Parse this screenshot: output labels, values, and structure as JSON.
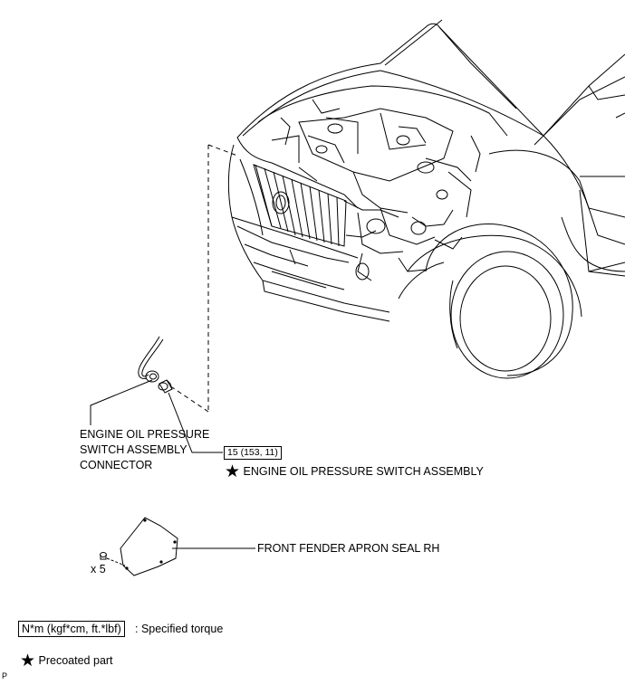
{
  "callouts": {
    "connector": {
      "lines": [
        "ENGINE OIL PRESSURE",
        "SWITCH ASSEMBLY",
        "CONNECTOR"
      ]
    },
    "switch": {
      "torque": "15 (153, 11)",
      "label": "ENGINE OIL PRESSURE SWITCH ASSEMBLY",
      "precoat_symbol": "★"
    },
    "apron_seal": {
      "label": "FRONT FENDER APRON SEAL RH",
      "fastener_count": "x 5"
    }
  },
  "legend": {
    "torque_unit": "N*m (kgf*cm, ft.*lbf)",
    "torque_desc": ": Specified torque",
    "precoat_symbol": "★",
    "precoat_desc": "Precoated part"
  },
  "corner_mark": "P",
  "icons": [
    "star-icon"
  ]
}
